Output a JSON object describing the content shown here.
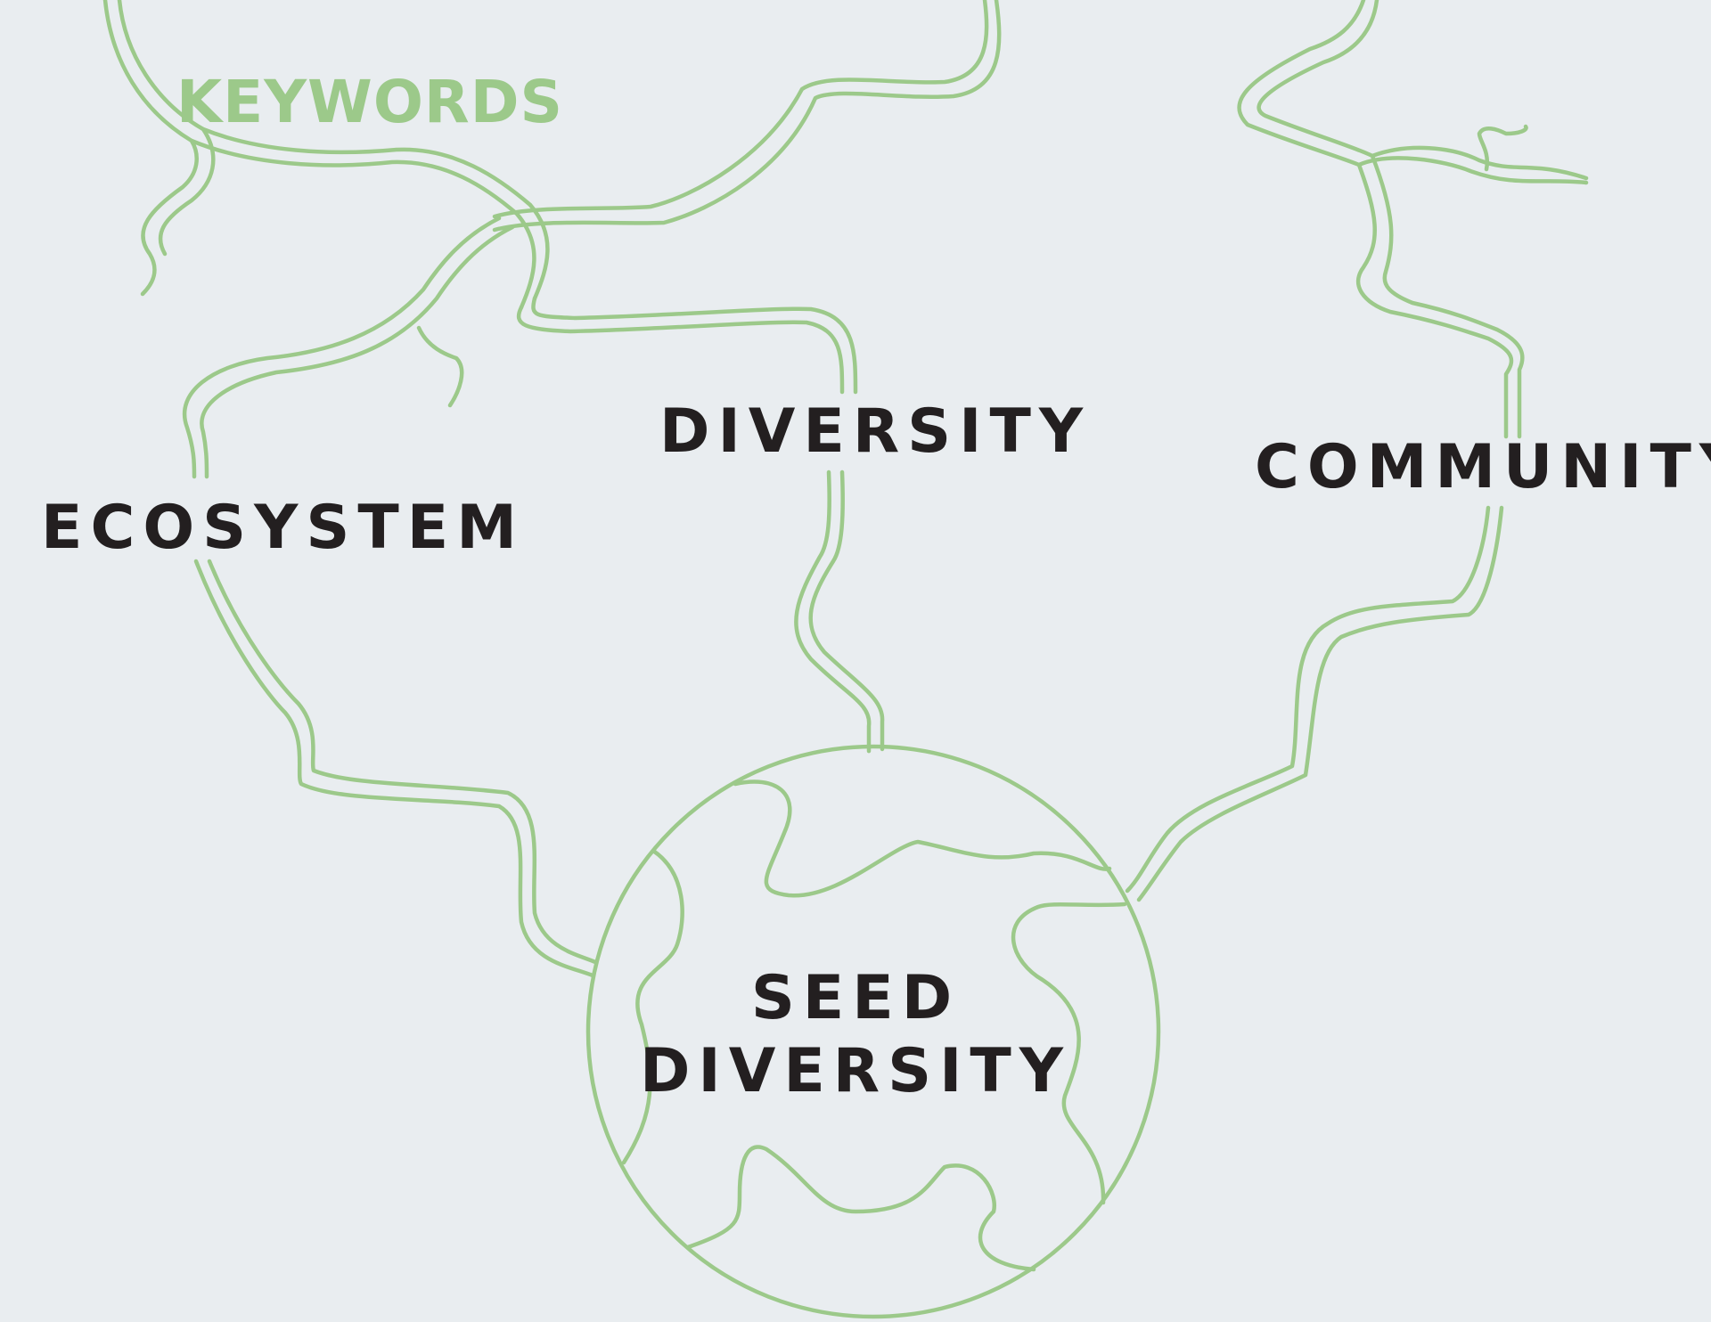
{
  "heading": "KEYWORDS",
  "keywords": [
    "ECOSYSTEM",
    "DIVERSITY",
    "COMMUNITY"
  ],
  "center": {
    "line1": "SEED",
    "line2": "DIVERSITY"
  },
  "colors": {
    "background": "#e9edf0",
    "accent_green": "#9cc98a",
    "text_dark": "#231f20"
  }
}
